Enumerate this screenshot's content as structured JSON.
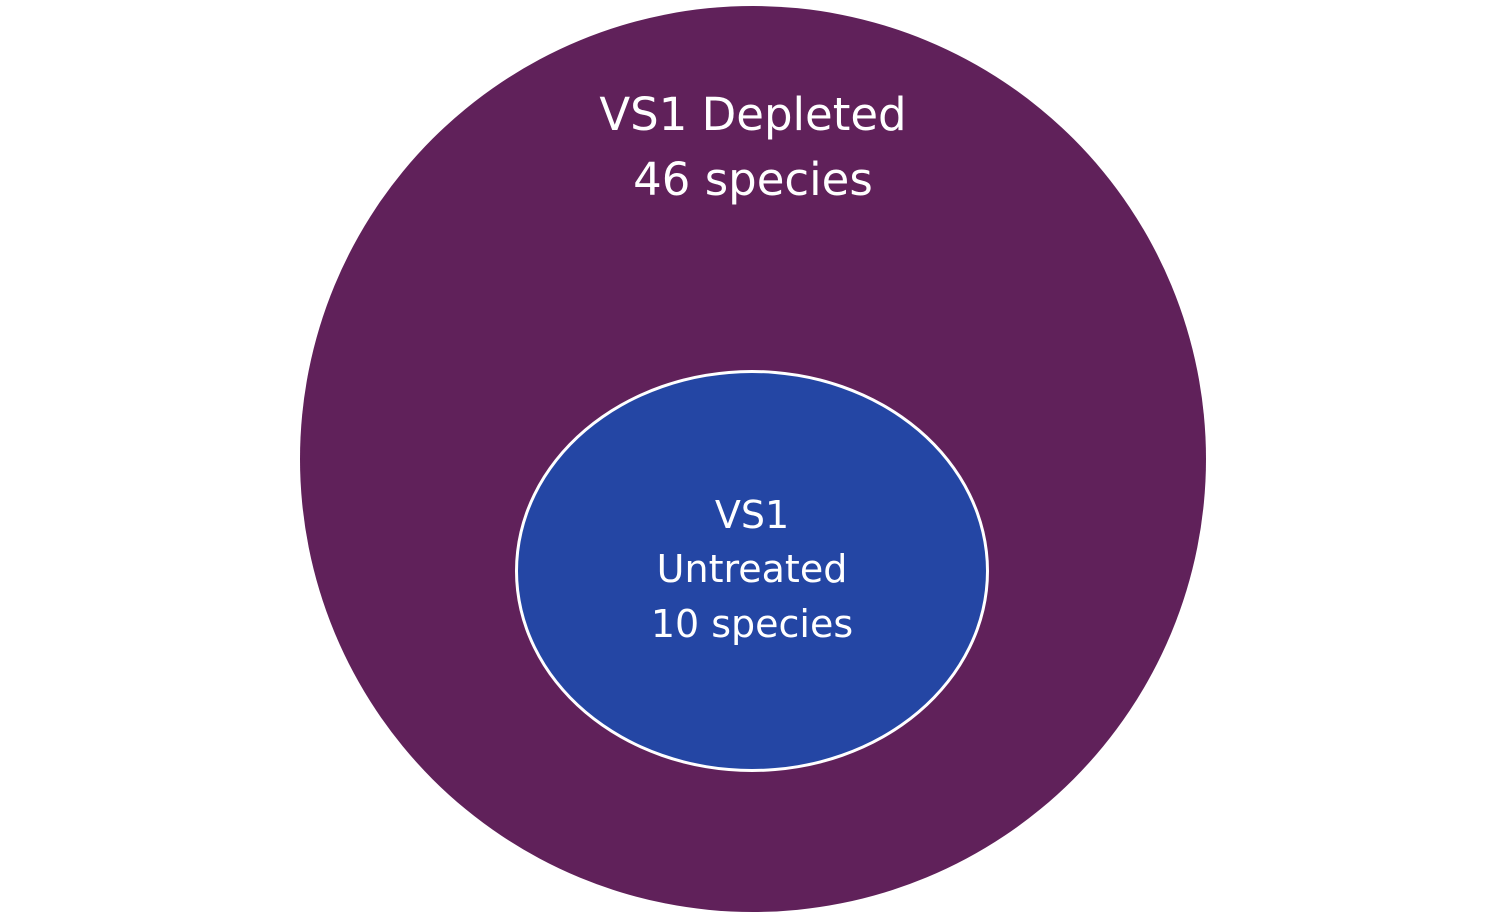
{
  "diagram": {
    "outer_set": {
      "title": "VS1 Depleted",
      "count": "46 species",
      "color": "#60215a"
    },
    "inner_set": {
      "line1": "VS1",
      "line2": "Untreated",
      "line3": "10 species",
      "color": "#2446a4",
      "border_color": "#ffffff"
    }
  }
}
